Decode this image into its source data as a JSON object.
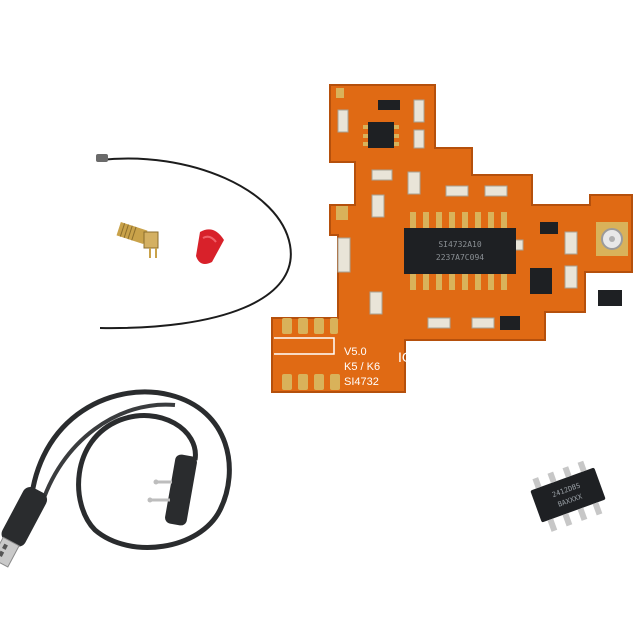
{
  "pcb": {
    "version": "V5.0",
    "models": "K5 / K6",
    "chip_label": "SI4732",
    "brand": "IOTCU",
    "main_ic_line1": "SI4732A10",
    "main_ic_line2": "2237A7C094"
  },
  "soic_chip": {
    "line1": "2412DBS",
    "line2": "BAXXXX"
  },
  "colors": {
    "background": "#ffffff",
    "pcb": "#e06a14",
    "pcb_dark": "#b5500c",
    "gold_pad": "#d9b25a",
    "ic_black": "#1e2023",
    "cable": "#2a2c2e",
    "dust_cap": "#d8212a",
    "sma_brass": "#c9a24a"
  }
}
